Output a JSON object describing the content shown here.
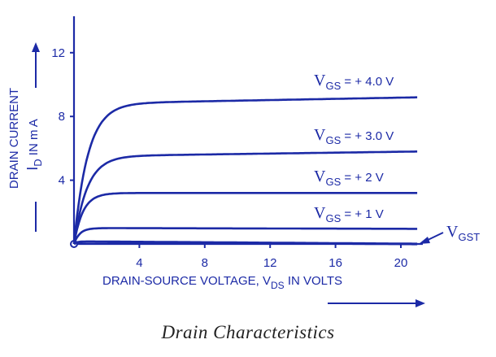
{
  "chart_data": {
    "type": "line",
    "xlabel": {
      "main": "DRAIN-SOURCE VOLTAGE, V",
      "sub": "DS",
      "suffix": " IN VOLTS"
    },
    "ylabel": {
      "line1": "DRAIN CURRENT",
      "main": "I",
      "sub": "D",
      "suffix": " IN m A"
    },
    "x_ticks": [
      "4",
      "8",
      "12",
      "16",
      "20"
    ],
    "y_ticks": [
      "4",
      "8",
      "12"
    ],
    "xlim": [
      0,
      21
    ],
    "ylim": [
      0,
      14
    ],
    "series": [
      {
        "label_main": "V",
        "label_sub": "GS",
        "label_suffix": " = + 4.0 V",
        "sat": 8.8,
        "end": 9.2,
        "knee": 0.85
      },
      {
        "label_main": "V",
        "label_sub": "GS",
        "label_suffix": " = + 3.0 V",
        "sat": 5.5,
        "end": 5.8,
        "knee": 0.8
      },
      {
        "label_main": "V",
        "label_sub": "GS",
        "label_suffix": " = + 2 V",
        "sat": 3.2,
        "end": 3.2,
        "knee": 0.55
      },
      {
        "label_main": "V",
        "label_sub": "GS",
        "label_suffix": " = + 1 V",
        "sat": 1.0,
        "end": 0.95,
        "knee": 0.35
      },
      {
        "label_main": "V",
        "label_sub": "GST",
        "label_suffix": "",
        "sat": 0.15,
        "end": 0.0,
        "knee": 0.2
      }
    ],
    "caption": "Drain Characteristics",
    "colors": {
      "ink": "#1c2aa6",
      "caption": "#222222"
    }
  }
}
